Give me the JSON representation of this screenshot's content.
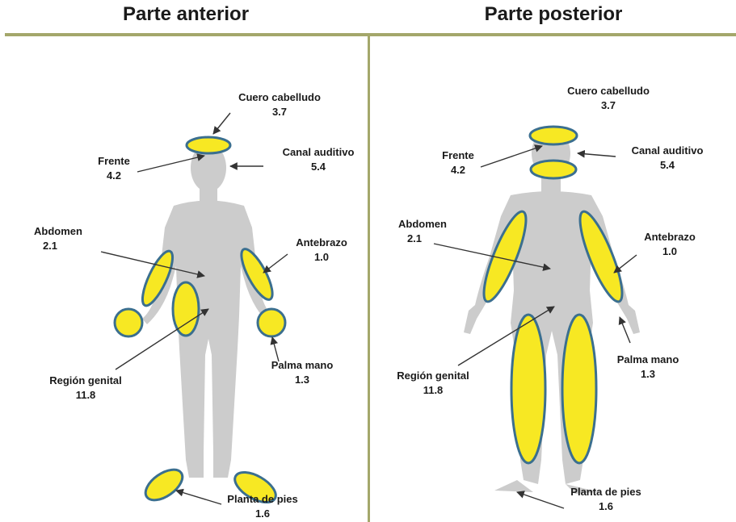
{
  "colors": {
    "rule": "#a4a76b",
    "silhouette": "#cccccc",
    "region_fill": "#f7e823",
    "region_stroke": "#3b6f8f",
    "arrow": "#333333",
    "text": "#1a1a1a"
  },
  "panels": {
    "anterior": {
      "title": "Parte anterior"
    },
    "posterior": {
      "title": "Parte posterior"
    }
  },
  "labels": {
    "anterior": {
      "cuero": {
        "name": "Cuero cabelludo",
        "value": "3.7"
      },
      "frente": {
        "name": "Frente",
        "value": "4.2"
      },
      "canal": {
        "name": "Canal auditivo",
        "value": "5.4"
      },
      "abdomen": {
        "name": "Abdomen",
        "value": "2.1"
      },
      "antebrazo": {
        "name": "Antebrazo",
        "value": "1.0"
      },
      "palma": {
        "name": "Palma mano",
        "value": "1.3"
      },
      "genital": {
        "name": "Región genital",
        "value": "11.8"
      },
      "planta": {
        "name": "Planta de pies",
        "value": "1.6"
      }
    },
    "posterior": {
      "cuero": {
        "name": "Cuero cabelludo",
        "value": "3.7"
      },
      "frente": {
        "name": "Frente",
        "value": "4.2"
      },
      "canal": {
        "name": "Canal auditivo",
        "value": "5.4"
      },
      "abdomen": {
        "name": "Abdomen",
        "value": "2.1"
      },
      "antebrazo": {
        "name": "Antebrazo",
        "value": "1.0"
      },
      "palma": {
        "name": "Palma mano",
        "value": "1.3"
      },
      "genital": {
        "name": "Región genital",
        "value": "11.8"
      },
      "planta": {
        "name": "Planta de pies",
        "value": "1.6"
      }
    }
  }
}
